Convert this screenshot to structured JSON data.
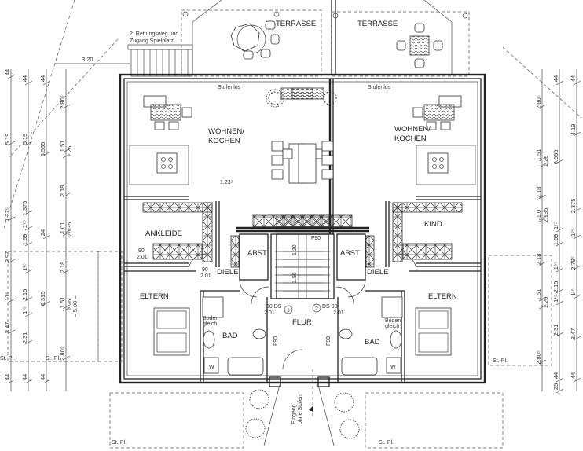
{
  "plan": {
    "terrace_left": "TERRASSE",
    "terrace_right": "TERRASSE",
    "escape_line1": "2. Rettungsweg und",
    "escape_line2": "Zugang Spielplatz",
    "escape_dim": "3.20",
    "stufenlos_left": "Stufenlos",
    "stufenlos_right": "Stufenlos",
    "living_left": [
      "WOHNEN/",
      "KOCHEN"
    ],
    "living_right": [
      "WOHNEN/",
      "KOCHEN"
    ],
    "living_dim": "1.23⁵",
    "ankleide": "ANKLEIDE",
    "kind": "KIND",
    "abst_left": "ABST",
    "abst_right": "ABST",
    "diele_left": "DIELE",
    "diele_right": "DIELE",
    "eltern_left": "ELTERN",
    "eltern_right": "ELTERN",
    "bad_left": "BAD",
    "bad_right": "BAD",
    "flur": "FLUR",
    "fire_rating": "F90",
    "stair_width": "1.20",
    "stair_landing": "1.56",
    "door_w": "90",
    "door_h": "2.01",
    "door_ds": "DS",
    "stair_1": "1",
    "stair_2": "2",
    "boden_gleich": [
      "Boden",
      "gleich"
    ],
    "washer": "W",
    "entrance": [
      "Eingang",
      "ohne Stufen"
    ],
    "parking": "St.-Pl.",
    "parking_width": "– 5.00 –"
  },
  "dims_left": [
    [
      "44",
      "5.19",
      "1.37⁵",
      "2.97",
      "11⁵",
      "3.47",
      "44"
    ],
    [
      "44",
      "5.19",
      "1.375",
      "1⁷⁵",
      "1.69",
      "1¹⁵",
      "2.15",
      "1¹⁵",
      "2.31",
      "44"
    ],
    [
      "44",
      "6.565",
      "24",
      "6.315",
      "44"
    ],
    [
      "2.80⁵",
      "1.51",
      "1.26",
      "2.18",
      "1.01",
      "2.135",
      "2.18",
      "1.51",
      "1.26",
      "2.80⁵"
    ]
  ],
  "dims_right": [
    [
      "2.80⁵",
      "1.51",
      "1.26",
      "2.18",
      "1.0",
      "2.135",
      "2.18",
      "1.51",
      "1.26",
      "2.80⁵"
    ],
    [
      "44",
      "6.565",
      "1⁷⁵",
      "1.69",
      "1⁶⁵",
      "2.15",
      "1¹⁵",
      "2.31",
      "44",
      "25"
    ],
    [
      "44",
      "4.19",
      "2.375",
      "1⁷⁵",
      "2.79⁵",
      "1¹⁵",
      "3.47",
      "44"
    ]
  ]
}
